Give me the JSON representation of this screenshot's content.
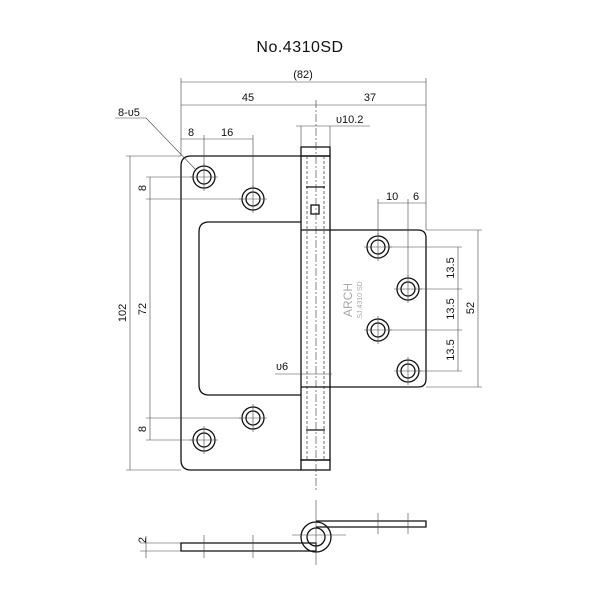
{
  "title": "No.4310SD",
  "dimensions": {
    "overall_width": "(82)",
    "left_leaf_width": "45",
    "right_leaf_width": "37",
    "hole_spec": "8-υ5",
    "left_hole_offset": "8",
    "left_hole_spacing": "16",
    "knuckle_diameter": "υ10.2",
    "right_hole_offset_a": "10",
    "right_hole_offset_b": "6",
    "overall_height": "102",
    "left_hole_pitch": "72",
    "left_top_offset": "8",
    "left_bottom_offset": "8",
    "right_pitch_1": "13.5",
    "right_pitch_2": "13.5",
    "right_pitch_3": "13.5",
    "right_leaf_height": "52",
    "pin_diameter": "υ6",
    "thickness": "2"
  },
  "engraving": {
    "brand": "ARCH",
    "model": "SJ.4310 SD"
  }
}
